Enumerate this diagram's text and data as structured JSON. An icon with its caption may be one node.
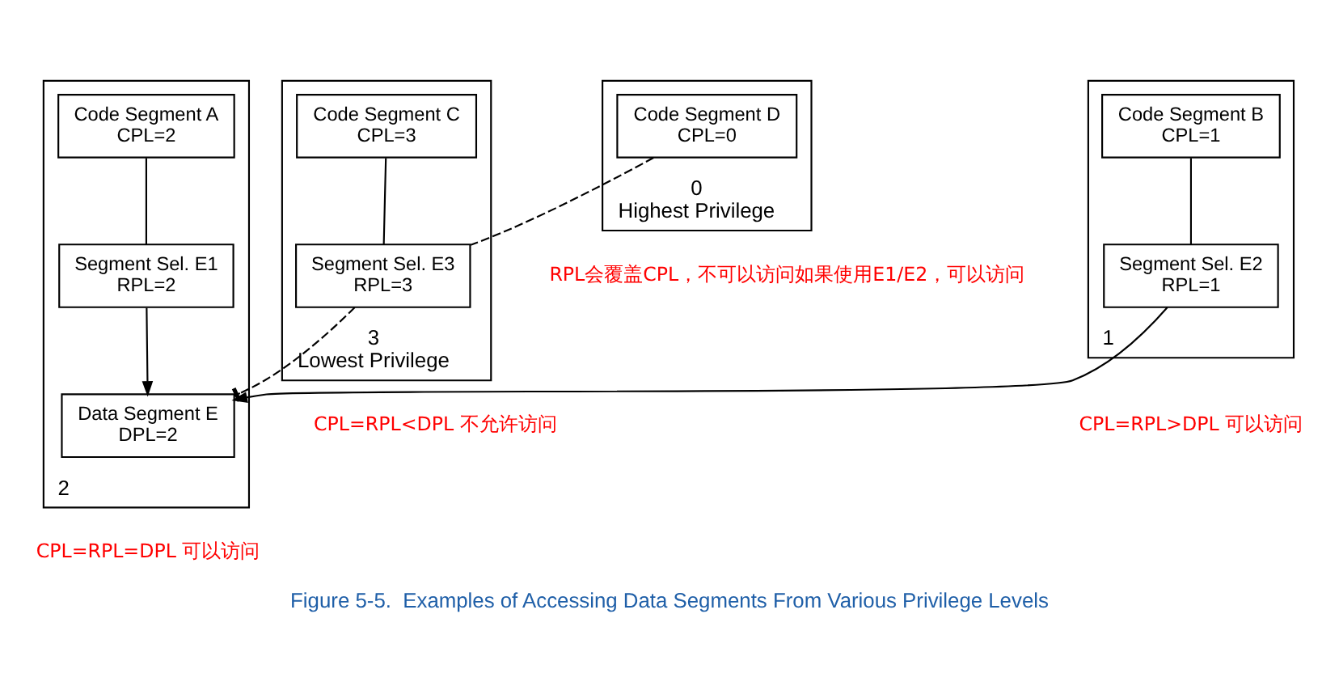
{
  "diagram": {
    "caption": "Figure 5-5.  Examples of Accessing Data Segments From Various Privilege Levels",
    "nodes": [
      {
        "text": [
          "3",
          "Lowest Privilege"
        ]
      },
      {
        "text": [
          "Code Segment C",
          "CPL=3"
        ],
        "in": 0
      },
      {
        "text": [
          "Segment Sel. E3",
          "RPL=3"
        ],
        "in": 0
      },
      {
        "text": [
          "2"
        ]
      },
      {
        "text": [
          "Code Segment A",
          "CPL=2"
        ],
        "in": 3
      },
      {
        "text": [
          "Segment Sel. E1",
          "RPL=2"
        ],
        "in": 3
      },
      {
        "text": [
          "Data Segment E",
          "DPL=2"
        ],
        "in": 3
      },
      {
        "text": [
          "1"
        ]
      },
      {
        "text": [
          "Code Segment B",
          "CPL=1"
        ],
        "in": 7
      },
      {
        "text": [
          "Segment Sel. E2",
          "RPL=1"
        ],
        "in": 7
      },
      {
        "text": [
          "0",
          "Highest Privilege"
        ]
      },
      {
        "text": [
          "Code Segment D",
          "CPL=0"
        ],
        "in": 10
      }
    ],
    "edges": [
      {
        "from": 1,
        "to": 2,
        "arrow": "none"
      },
      {
        "from": 2,
        "to": 6,
        "arrow": "other",
        "style": "dashed"
      },
      {
        "from": 4,
        "to": 5,
        "arrow": "none"
      },
      {
        "from": 5,
        "to": 6,
        "arrow": "to"
      },
      {
        "from": 8,
        "to": 9,
        "arrow": "none"
      },
      {
        "from": 9,
        "to": 6,
        "arrow": "to"
      },
      {
        "from": 11,
        "to": 2,
        "arrow": "none",
        "style": "dashed"
      }
    ],
    "labels": [
      "CPL=RPL<DPL 不允许访问",
      "CPL=RPL=DPL 可以访问",
      "CPL=RPL>DPL 可以访问",
      "RPL会覆盖CPL，不可以访问如果使用E1/E2，可以访问"
    ]
  }
}
